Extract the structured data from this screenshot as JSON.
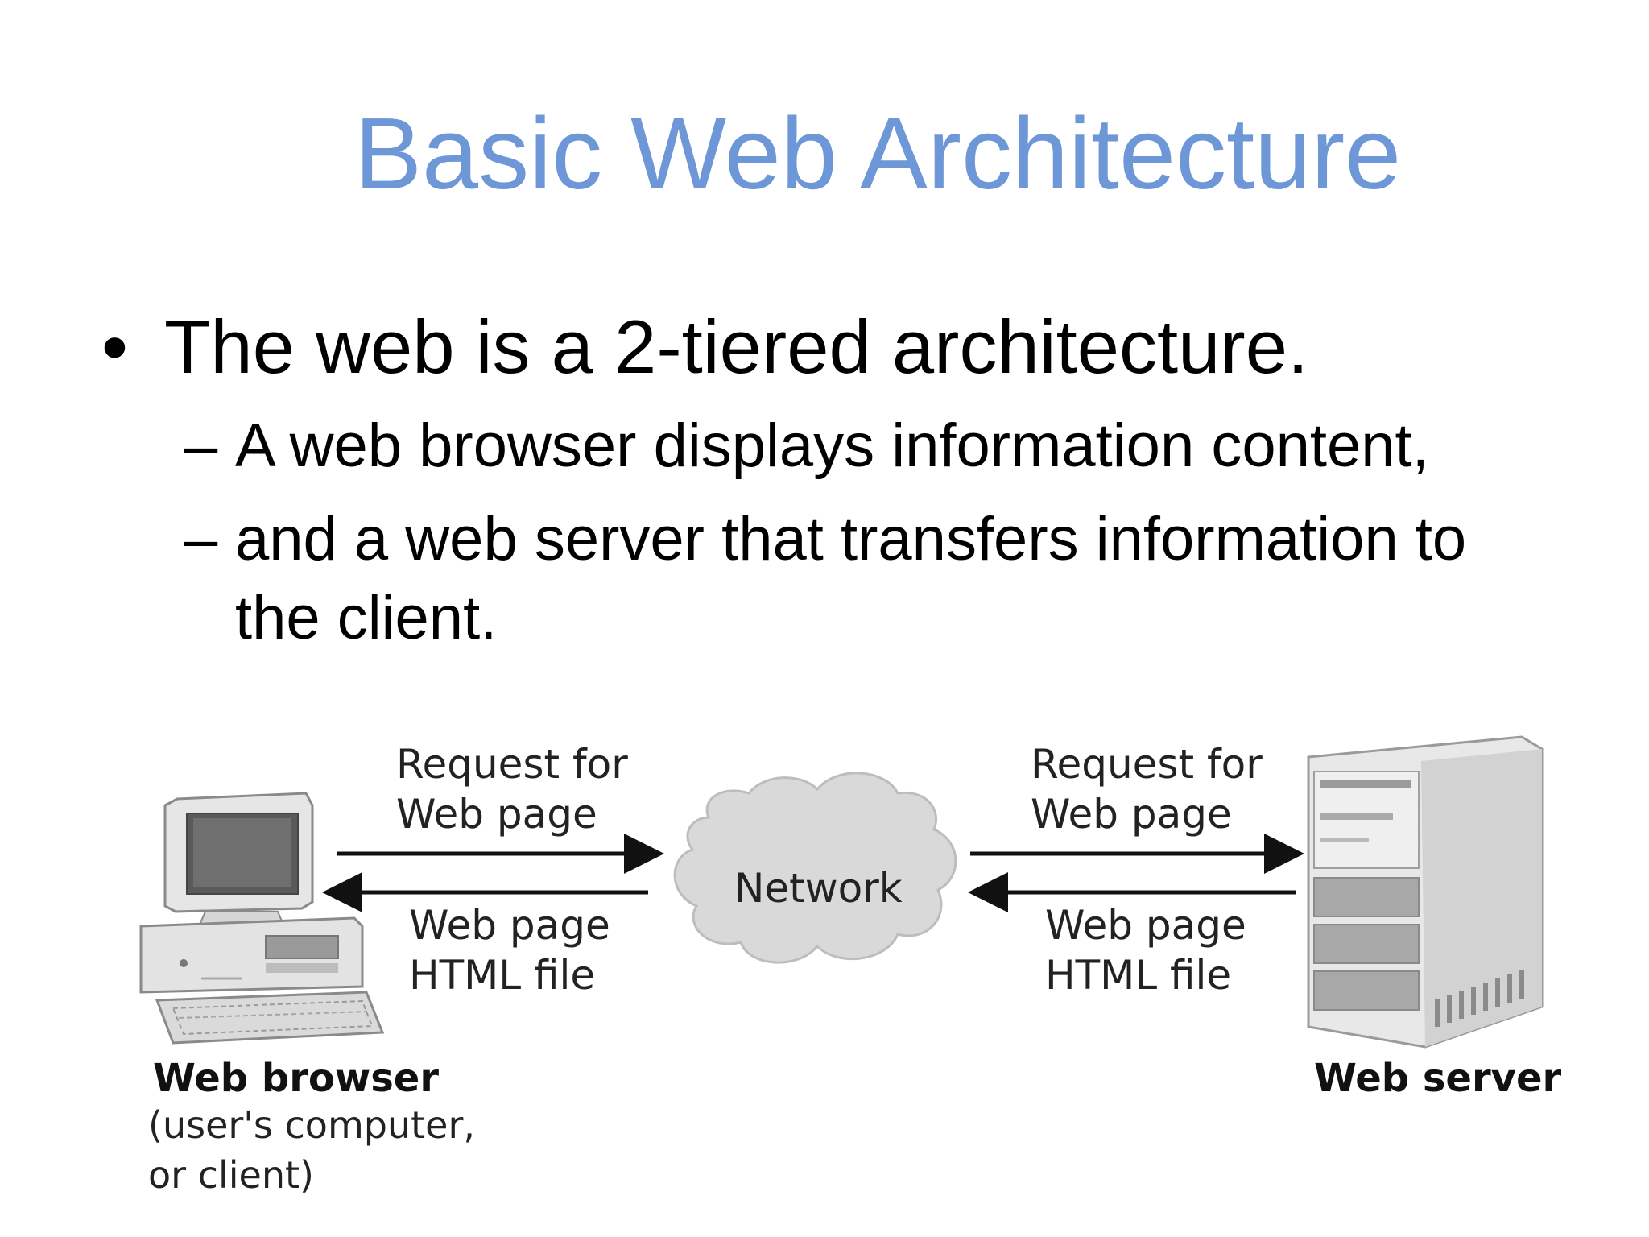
{
  "slide": {
    "title": "Basic Web Architecture",
    "bullet_marker": "•",
    "dash_marker": "–",
    "bullets": [
      {
        "text": "The web is a 2-tiered architecture.",
        "subitems": [
          "A web browser displays information content,",
          "and a web server that transfers information to",
          "the client."
        ]
      }
    ]
  },
  "diagram": {
    "left_request_lines": [
      "Request for",
      "Web page"
    ],
    "left_response_lines": [
      "Web page",
      "HTML file"
    ],
    "right_request_lines": [
      "Request for",
      "Web page"
    ],
    "right_response_lines": [
      "Web page",
      "HTML file"
    ],
    "cloud_label": "Network",
    "client_title": "Web browser",
    "client_subtitle_lines": [
      "(user's computer,",
      "or client)"
    ],
    "server_title": "Web server",
    "colors": {
      "title": "#6d97d6",
      "cloud_fill": "#d9d9d9",
      "arrow": "#111111",
      "equipment_light": "#e6e6e6",
      "equipment_dark": "#9a9a9a"
    }
  }
}
